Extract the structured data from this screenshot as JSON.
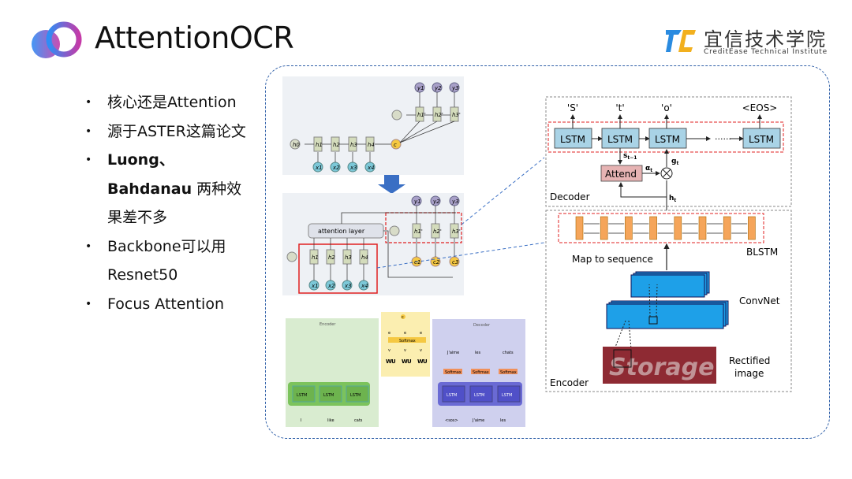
{
  "title": "AttentionOCR",
  "brand": {
    "cn": "宜信技术学院",
    "en": "CreditEase Technical Institute"
  },
  "bullets": [
    {
      "text": "核心还是Attention"
    },
    {
      "text": "源于ASTER这篇论文"
    },
    {
      "bold": "Luong、Bahdanau",
      "text": " 两种效果差不多"
    },
    {
      "text": "Backbone可以用Resnet50"
    },
    {
      "text": "Focus Attention"
    }
  ],
  "seq2seq": {
    "h0": "h0",
    "encoder_h": [
      "h1",
      "h2",
      "h3",
      "h4"
    ],
    "inputs": [
      "x1",
      "x2",
      "x3",
      "x4"
    ],
    "context": "c",
    "decoder_h": [
      "h1'",
      "h2'",
      "h3'"
    ],
    "outputs": [
      "y1",
      "y2",
      "y3"
    ],
    "attention_layer": "attention layer",
    "contexts": [
      "c1",
      "c2",
      "c3"
    ]
  },
  "nmt": {
    "encoder": "Encoder",
    "decoder": "Decoder",
    "lstm": "LSTM",
    "softmax": "Softmax",
    "c": "c",
    "e": "e",
    "v": "v",
    "w": "W",
    "u": "U",
    "src": [
      "I",
      "like",
      "cats"
    ],
    "dec_in": [
      "<sos>",
      "J'aime",
      "les"
    ],
    "dec_out": [
      "J'aime",
      "les",
      "chats"
    ]
  },
  "aster": {
    "outputs": [
      "'S'",
      "'t'",
      "'o'",
      "<EOS>"
    ],
    "lstm": "LSTM",
    "ellipsis": "······",
    "attend": "Attend",
    "s_prev": "s",
    "s_sub": "t−1",
    "g": "g",
    "alpha": "α",
    "h": "h",
    "t": "t",
    "decoder": "Decoder",
    "encoder": "Encoder",
    "blstm": "BLSTM",
    "map": "Map to sequence",
    "convnet": "ConvNet",
    "rectified": [
      "Rectified",
      "image"
    ],
    "sample_word": "Storage"
  },
  "colors": {
    "lstm": "#a9d3e6",
    "attend": "#e6b3b3",
    "blstm": "#f5a55a",
    "conv": "#1ea0e8",
    "red": "#e02020",
    "frame": "#2f5fa8",
    "arrow": "#3a6fc4"
  }
}
